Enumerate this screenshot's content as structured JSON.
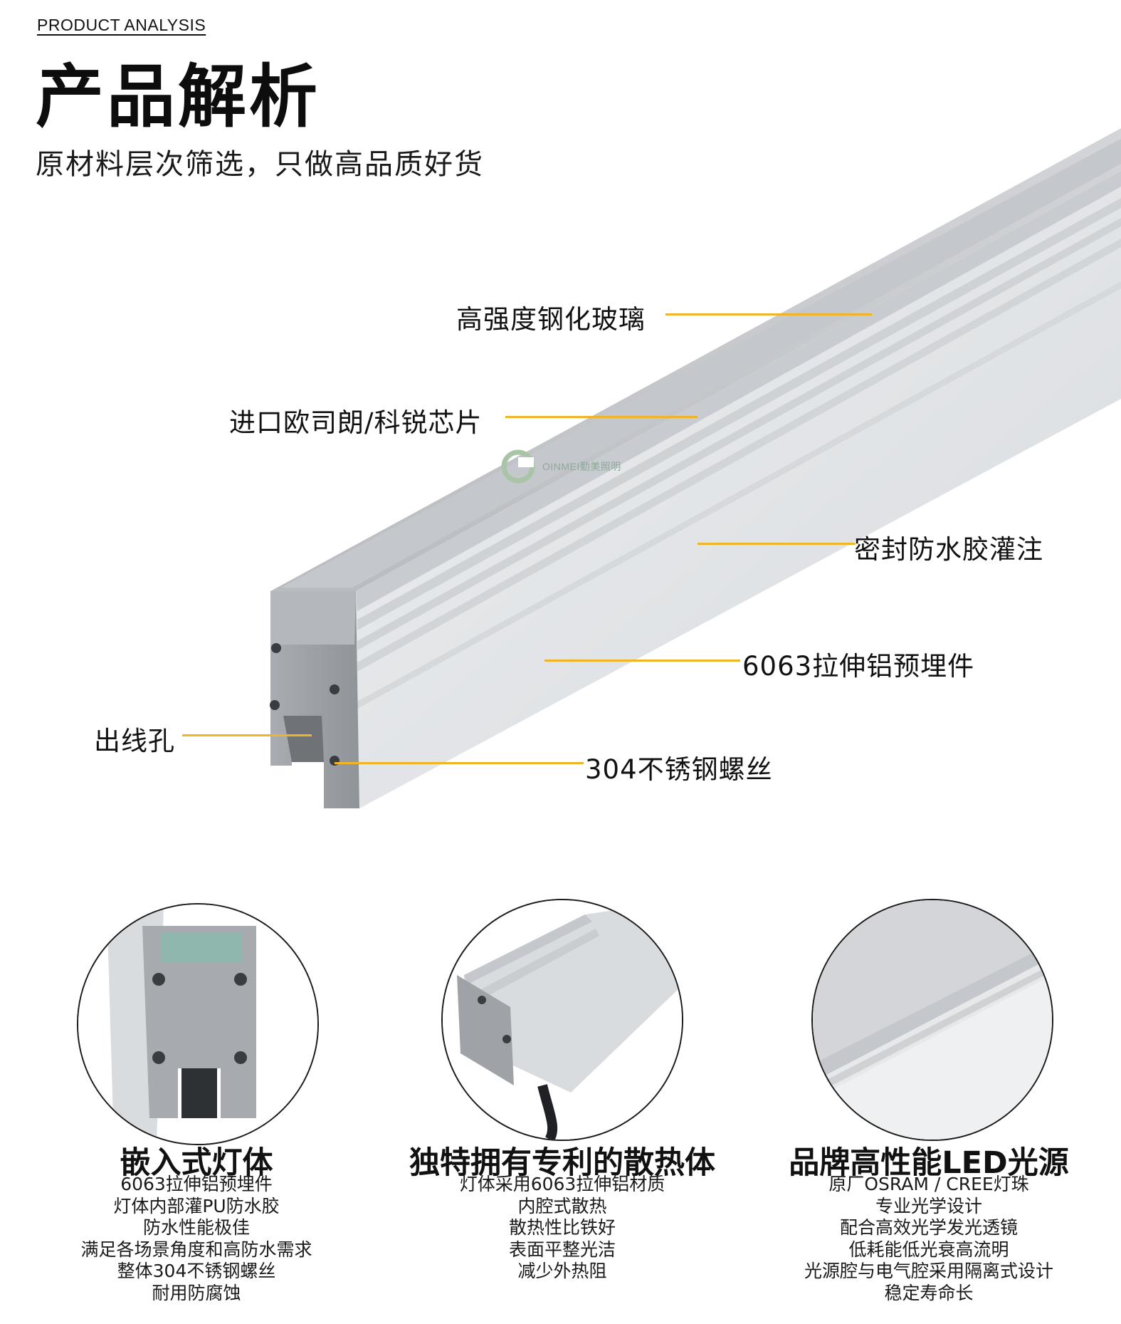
{
  "header": {
    "eyebrow": "PRODUCT ANALYSIS",
    "title": "产品解析",
    "subtitle": "原材料层次筛选，只做高品质好货"
  },
  "callouts": {
    "glass": "高强度钢化玻璃",
    "chip": "进口欧司朗/科锐芯片",
    "sealant": "密封防水胶灌注",
    "aluminum": "6063拉伸铝预埋件",
    "cable_hole": "出线孔",
    "screws": "304不锈钢螺丝"
  },
  "watermark": {
    "text": "OINMEI勤美照明"
  },
  "accent_color": "#f0b429",
  "features": [
    {
      "title": "嵌入式灯体",
      "lines": [
        "6063拉伸铝预埋件",
        "灯体内部灌PU防水胶",
        "防水性能极佳",
        "满足各场景角度和高防水需求",
        "整体304不锈钢螺丝",
        "耐用防腐蚀"
      ]
    },
    {
      "title": "独特拥有专利的散热体",
      "lines": [
        "灯体采用6063拉伸铝材质",
        "内腔式散热",
        "散热性比铁好",
        "表面平整光洁",
        "减少外热阻"
      ]
    },
    {
      "title": "品牌高性能LED光源",
      "lines": [
        "原厂OSRAM / CREE灯珠",
        "专业光学设计",
        "配合高效光学发光透镜",
        "低耗能低光衰高流明",
        "光源腔与电气腔采用隔离式设计",
        "稳定寿命长"
      ]
    }
  ]
}
